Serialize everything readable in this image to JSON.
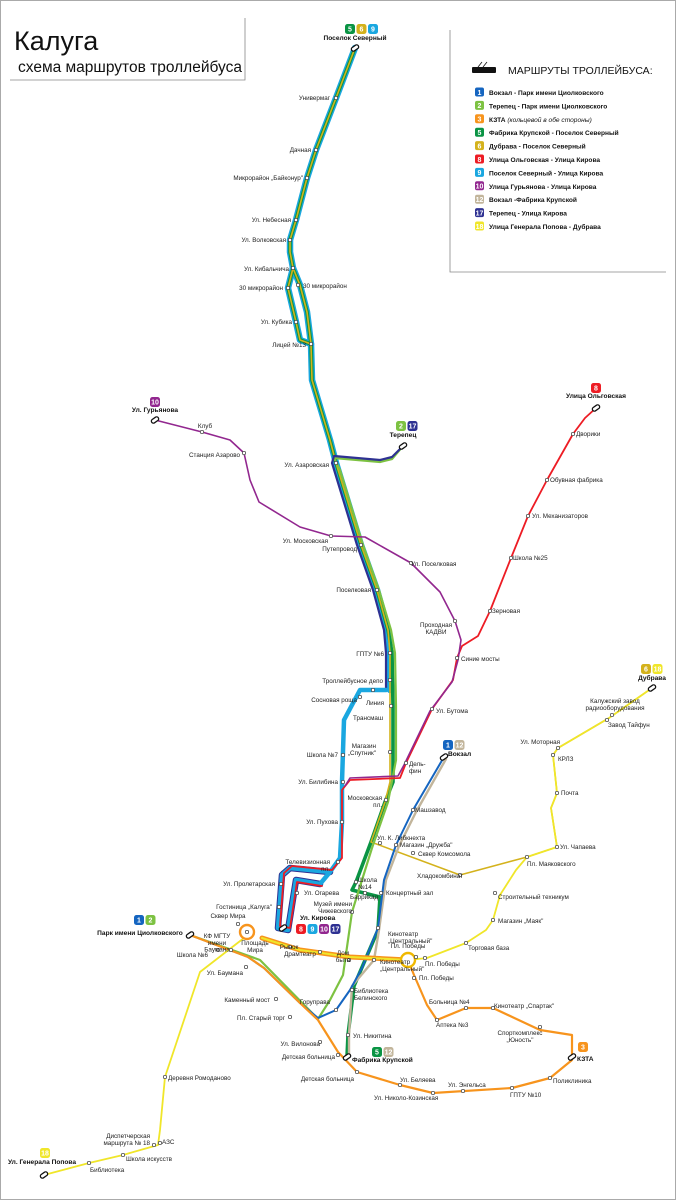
{
  "header": {
    "city": "Калуга",
    "subtitle": "схема маршрутов троллейбуса"
  },
  "legend": {
    "title": "МАРШРУТЫ ТРОЛЛЕЙБУСА:",
    "routes": [
      {
        "num": "1",
        "name": "Вокзал - Парк имени Циолковского",
        "color": "#1565c0"
      },
      {
        "num": "2",
        "name": "Терепец - Парк имени Циолковского",
        "color": "#7dc242"
      },
      {
        "num": "3",
        "name": "КЗТА",
        "note": "(кольцевой в обе стороны)",
        "color": "#f7941d"
      },
      {
        "num": "5",
        "name": "Фабрика Крупской - Поселок Северный",
        "color": "#0a9444"
      },
      {
        "num": "6",
        "name": "Дубрава - Поселок Северный",
        "color": "#d4b21c"
      },
      {
        "num": "8",
        "name": "Улица Ольговская - Улица Кирова",
        "color": "#ed1c24"
      },
      {
        "num": "9",
        "name": "Поселок Северный - Улица Кирова",
        "color": "#1aa7e0"
      },
      {
        "num": "10",
        "name": "Улица Гурьянова - Улица Кирова",
        "color": "#92278f"
      },
      {
        "num": "12",
        "name": "Вокзал -Фабрика Крупской",
        "color": "#c2b59b"
      },
      {
        "num": "17",
        "name": "Терепец - Улица Кирова",
        "color": "#2e3192"
      },
      {
        "num": "18",
        "name": "Улица Генерала Попова - Дубрава",
        "color": "#f0e62a"
      }
    ]
  },
  "stations": [
    "Поселок Северный",
    "Универмаг",
    "Дачная",
    "Микрорайон „Байконур\"",
    "Ул. Небесная",
    "Ул. Волковская",
    "Ул. Кибальчича",
    "30 микрорайон",
    "30 микрорайон",
    "Ул. Кубика",
    "Лицей №13",
    "Ул. Азаровская",
    "Путепровод",
    "Поселковая",
    "ГПТУ №6",
    "Троллейбусное депо",
    "Сосновая роща",
    "Линия",
    "Трансмаш",
    "Магазин|„Спутник\"",
    "Школа №7",
    "Ул. Билибина",
    "Московская|пл.",
    "Ул. Пухова",
    "Телевизионная|пл.",
    "Ул. Пролетарская",
    "Ул. Огарева",
    "Гостиница „Калуга\"",
    "Ул. Кирова",
    "Сквер Мира",
    "КФ МГТУ|имени|Баумана",
    "Площадь|Мира",
    "Рынок",
    "Драмтеатр",
    "Дом|быта",
    "Музей имени|Чижевского",
    "Баррикад",
    "Школа|№14",
    "Концертный зал",
    "Кинотеатр|„Центральный\"",
    "Кинотеатр|„Центральный\"",
    "Горуправа",
    "Библиотека|Белинского",
    "Ул. Никитина",
    "Фабрика Крупской",
    "Школа №6",
    "Ул. Баумана",
    "Каменный мост",
    "Пл. Старый торг",
    "Ул. Вилонова",
    "Детская больница",
    "Детская больница",
    "Ул. Беляева",
    "Ул. Николо-Козинская",
    "Ул. Энгельса",
    "ГПТУ №10",
    "Поликлиника",
    "КЗТА",
    "Спорткомплекс|„Юность\"",
    "Кинотеатр „Спартак\"",
    "Больница №4",
    "Аптека №3",
    "Пл. Победы",
    "Пл. Победы",
    "Пл. Победы",
    "Торговая база",
    "Магазин „Маяк\"",
    "Строительный техникум",
    "Хладокомбинат",
    "Сквер Комсомола",
    "Магазин „Дружба\"",
    "Ул. К. Либкнехта",
    "Машзавод",
    "Вокзал",
    "Дель-|фин",
    "Ул. Бутома",
    "Синие мосты",
    "Проходная|КАДВИ",
    "Ул. Поселковая",
    "Ул. Московская",
    "Станция Азарово",
    "Клуб",
    "Ул. Гурьянова",
    "Терепец",
    "Улица Ольговская",
    "Дворики",
    "Обувная фабрика",
    "Ул. Механизаторов",
    "Школа №25",
    "Зерновая",
    "Дубрава",
    "Калужский завод|радиооборудования",
    "Завод Тайфун",
    "Ул. Моторная",
    "КРЛЗ",
    "Почта",
    "Ул. Чапаева",
    "Пл. Маяковского",
    "Деревня Ромоданово",
    "Диспетчерская|маршрута № 18",
    "АЗС",
    "Школа искусств",
    "Библиотека",
    "Ул. Генерала Попова",
    "Парк имени Циолковского"
  ],
  "terminus_badges": [
    {
      "station": "Поселок Северный",
      "routes": [
        "5",
        "6",
        "9"
      ]
    },
    {
      "station": "Ул. Гурьянова",
      "routes": [
        "10"
      ]
    },
    {
      "station": "Терепец",
      "routes": [
        "2",
        "17"
      ]
    },
    {
      "station": "Улица Ольговская",
      "routes": [
        "8"
      ]
    },
    {
      "station": "Дубрава",
      "routes": [
        "6",
        "18"
      ]
    },
    {
      "station": "Вокзал",
      "routes": [
        "1",
        "12"
      ]
    },
    {
      "station": "Ул. Кирова",
      "routes": [
        "8",
        "9",
        "10",
        "17"
      ]
    },
    {
      "station": "Парк имени Циолковского",
      "routes": [
        "1",
        "2"
      ]
    },
    {
      "station": "Фабрика Крупской",
      "routes": [
        "5",
        "12"
      ]
    },
    {
      "station": "КЗТА",
      "routes": [
        "3"
      ]
    },
    {
      "station": "Ул. Генерала Попова",
      "routes": [
        "18"
      ]
    }
  ]
}
